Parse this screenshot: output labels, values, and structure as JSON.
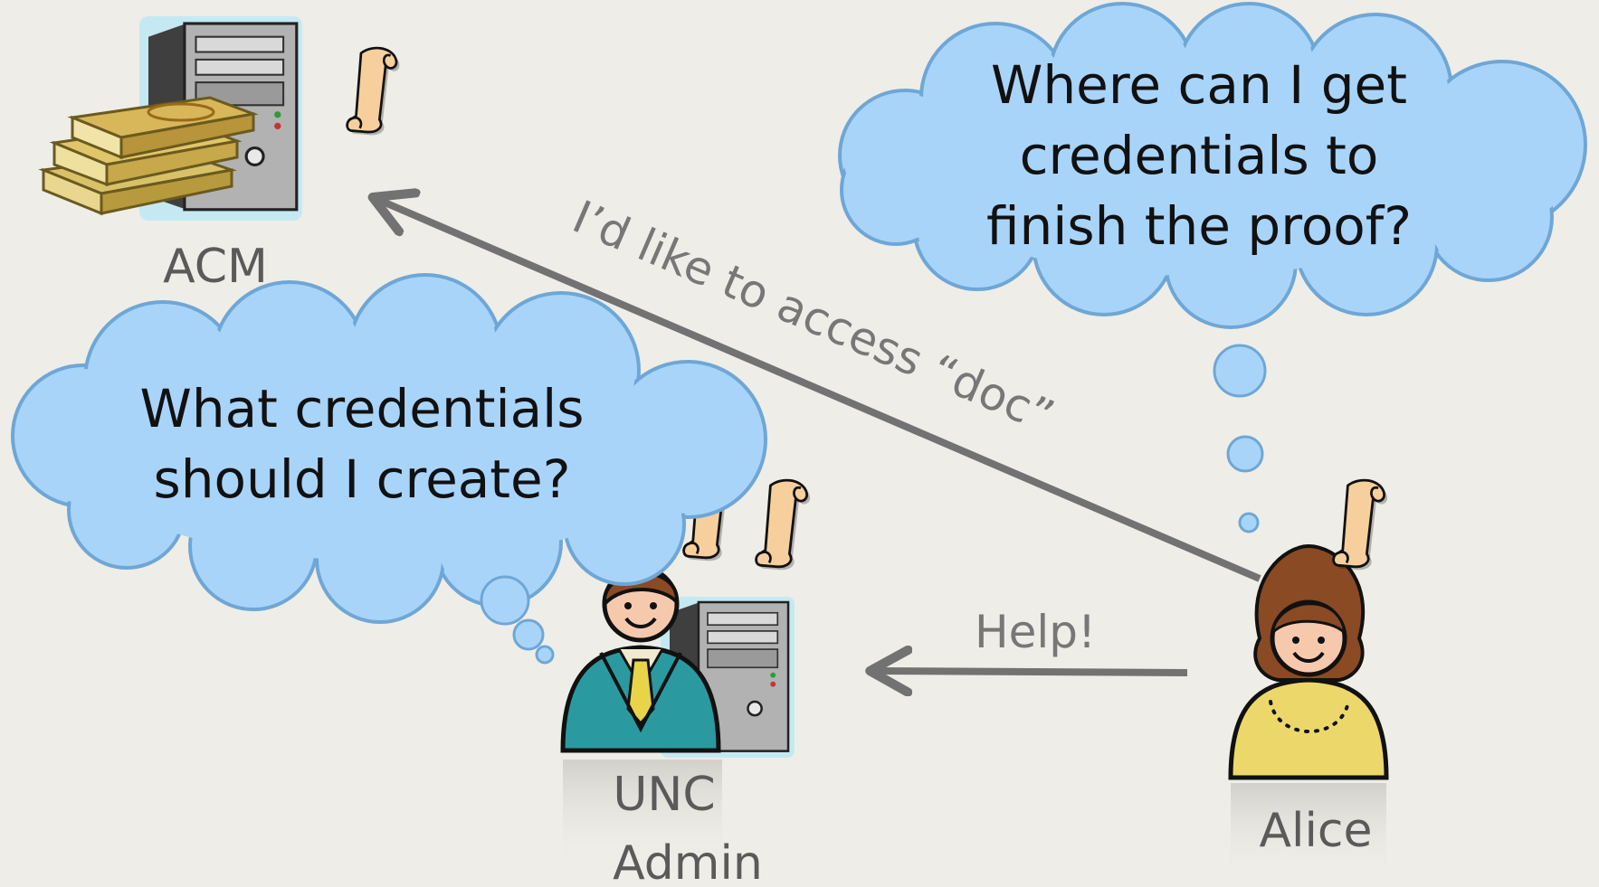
{
  "nodes": {
    "acm": {
      "label": "ACM"
    },
    "unc_admin": {
      "label_line1": "UNC",
      "label_line2": "Admin"
    },
    "alice": {
      "label": "Alice"
    }
  },
  "thoughts": {
    "alice": {
      "line1": "Where can I get",
      "line2": "credentials to",
      "line3": "finish the proof?"
    },
    "admin": {
      "line1": "What credentials",
      "line2": "should I create?"
    }
  },
  "edges": {
    "alice_to_acm": {
      "label": "I’d like to access “doc”"
    },
    "alice_to_admin": {
      "label": "Help!"
    }
  },
  "icons": [
    "server-icon",
    "books-icon",
    "scroll-icon",
    "admin-person-icon",
    "alice-person-icon"
  ],
  "colors": {
    "background": "#efede7",
    "cloud_fill": "#a9d4fa",
    "cloud_stroke": "#6ea7d6",
    "arrow": "#727272",
    "label_text": "#5a5a5a"
  }
}
